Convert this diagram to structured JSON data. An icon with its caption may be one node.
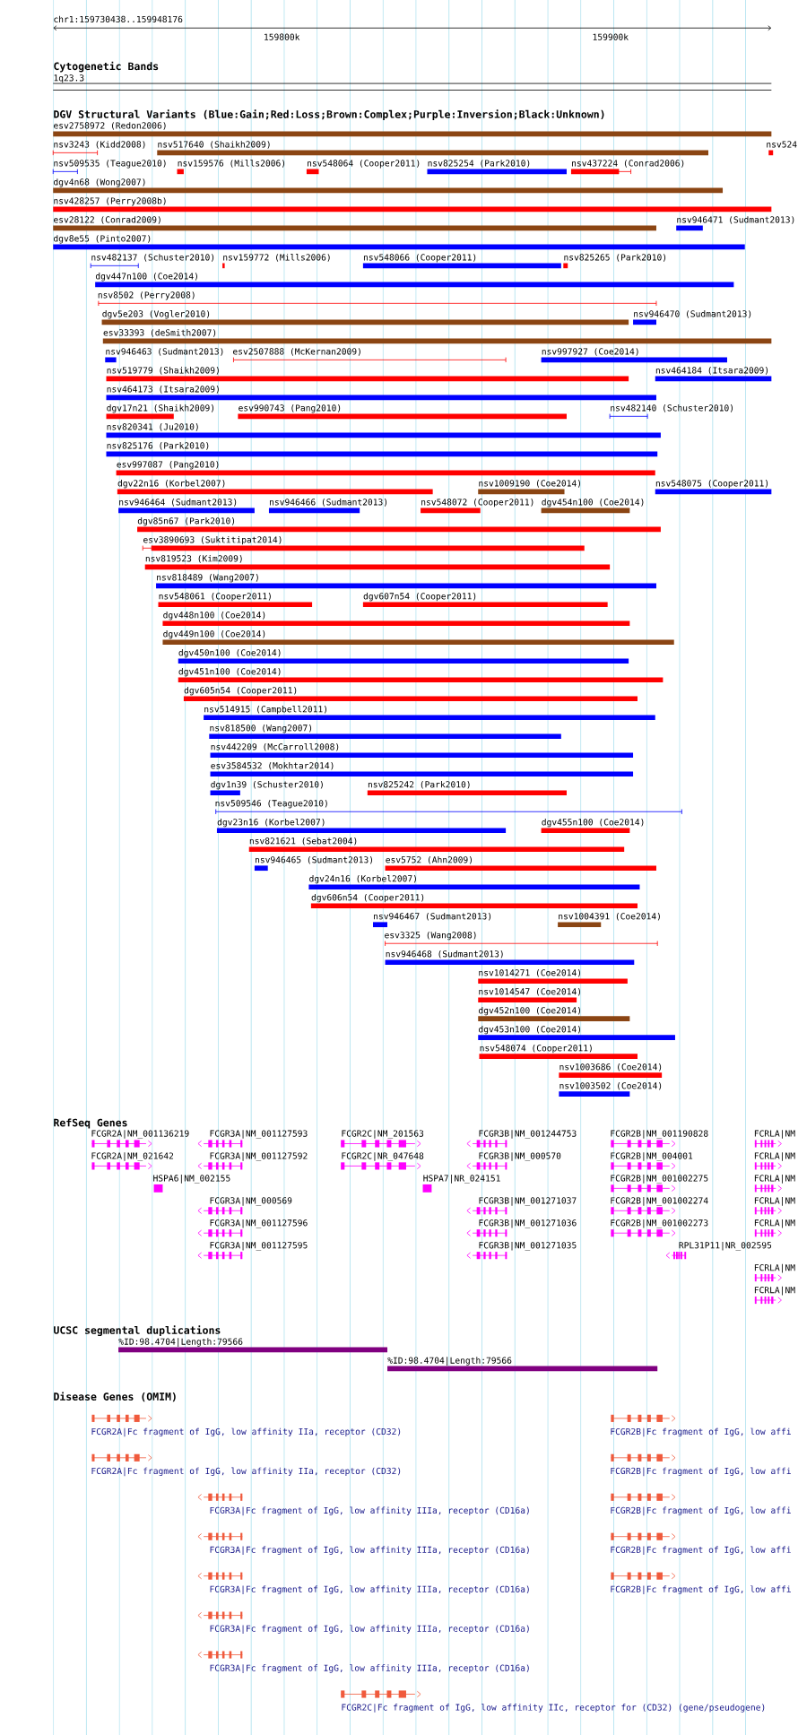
{
  "diagram": {
    "labels": [
      "chr1:159730438..159948176",
      "159800k",
      "159900k",
      "Cytogenetic Bands",
      "1q23.3",
      "DGV Structural Variants (Blue:Gain;Red:Loss;Brown:Complex;Purple:Inversion;Black:Unknown)",
      "esv2758972 (Redon2006)",
      "nsv3243 (Kidd2008)",
      "nsv517640 (Shaikh2009)",
      "nsv524",
      "nsv509535 (Teague2010)",
      "nsv159576 (Mills2006)",
      "nsv548064 (Cooper2011)",
      "nsv825254 (Park2010)",
      "nsv437224 (Conrad2006)",
      "dgv4n68 (Wong2007)",
      "nsv428257 (Perry2008b)",
      "esv28122 (Conrad2009)",
      "nsv946471 (Sudmant2013)",
      "dgv8e55 (Pinto2007)",
      "nsv482137 (Schuster2010)",
      "nsv159772 (Mills2006)",
      "nsv548066 (Cooper2011)",
      "nsv825265 (Park2010)",
      "dgv447n100 (Coe2014)",
      "nsv8502 (Perry2008)",
      "dgv5e203 (Vogler2010)",
      "nsv946470 (Sudmant2013)",
      "esv33393 (deSmith2007)",
      "nsv946463 (Sudmant2013)",
      "esv2507888 (McKernan2009)",
      "nsv997927 (Coe2014)",
      "nsv519779 (Shaikh2009)",
      "nsv464184 (Itsara2009)",
      "nsv464173 (Itsara2009)",
      "dgv17n21 (Shaikh2009)",
      "esv990743 (Pang2010)",
      "nsv482140 (Schuster2010)",
      "nsv820341 (Ju2010)",
      "nsv825176 (Park2010)",
      "esv997087 (Pang2010)",
      "dgv22n16 (Korbel2007)",
      "nsv1009190 (Coe2014)",
      "nsv548075 (Cooper2011)",
      "nsv946464 (Sudmant2013)",
      "nsv946466 (Sudmant2013)",
      "nsv548072 (Cooper2011)",
      "dgv454n100 (Coe2014)",
      "dgv85n67 (Park2010)",
      "esv3890693 (Suktitipat2014)",
      "nsv819523 (Kim2009)",
      "nsv818489 (Wang2007)",
      "nsv548061 (Cooper2011)",
      "dgv607n54 (Cooper2011)",
      "dgv448n100 (Coe2014)",
      "dgv449n100 (Coe2014)",
      "dgv450n100 (Coe2014)",
      "dgv451n100 (Coe2014)",
      "dgv605n54 (Cooper2011)",
      "nsv514915 (Campbell2011)",
      "nsv818500 (Wang2007)",
      "nsv442209 (McCarroll2008)",
      "esv3584532 (Mokhtar2014)",
      "dgv1n39 (Schuster2010)",
      "nsv825242 (Park2010)",
      "nsv509546 (Teague2010)",
      "dgv23n16 (Korbel2007)",
      "dgv455n100 (Coe2014)",
      "nsv821621 (Sebat2004)",
      "nsv946465 (Sudmant2013)",
      "esv5752 (Ahn2009)",
      "dgv24n16 (Korbel2007)",
      "dgv606n54 (Cooper2011)",
      "nsv946467 (Sudmant2013)",
      "nsv1004391 (Coe2014)",
      "esv3325 (Wang2008)",
      "nsv946468 (Sudmant2013)",
      "nsv1014271 (Coe2014)",
      "nsv1014547 (Coe2014)",
      "dgv452n100 (Coe2014)",
      "dgv453n100 (Coe2014)",
      "nsv548074 (Cooper2011)",
      "nsv1003686 (Coe2014)",
      "nsv1003502 (Coe2014)",
      "RefSeq Genes",
      "FCGR2A|NM_001136219",
      "FCGR3A|NM_001127593",
      "FCGR2C|NM_201563",
      "FCGR3B|NM_001244753",
      "FCGR2B|NM_001190828",
      "FCRLA|NM",
      "FCGR2A|NM_021642",
      "FCGR3A|NM_001127592",
      "FCGR2C|NR_047648",
      "FCGR3B|NM_000570",
      "FCGR2B|NM_004001",
      "FCRLA|NM",
      "HSPA6|NM_002155",
      "HSPA7|NR_024151",
      "FCGR2B|NM_001002275",
      "FCRLA|NM",
      "FCGR3A|NM_000569",
      "FCGR3B|NM_001271037",
      "FCGR2B|NM_001002274",
      "FCRLA|NM",
      "FCGR3A|NM_001127596",
      "FCGR3B|NM_001271036",
      "FCGR2B|NM_001002273",
      "FCRLA|NM",
      "FCGR3A|NM_001127595",
      "FCGR3B|NM_001271035",
      "RPL31P11|NR_002595",
      "FCRLA|NM",
      "FCRLA|NM",
      "UCSC segmental duplications",
      "%ID:98.4704|Length:79566",
      "%ID:98.4704|Length:79566",
      "Disease Genes (OMIM)",
      "FCGR2A|Fc fragment of IgG, low affinity IIa, receptor (CD32)",
      "FCGR2B|Fc fragment of IgG, low affi",
      "FCGR2A|Fc fragment of IgG, low affinity IIa, receptor (CD32)",
      "FCGR2B|Fc fragment of IgG, low affi",
      "FCGR3A|Fc fragment of IgG, low affinity IIIa, receptor (CD16a)",
      "FCGR2B|Fc fragment of IgG, low affi",
      "FCGR3A|Fc fragment of IgG, low affinity IIIa, receptor (CD16a)",
      "FCGR2B|Fc fragment of IgG, low affi",
      "FCGR3A|Fc fragment of IgG, low affinity IIIa, receptor (CD16a)",
      "FCGR2B|Fc fragment of IgG, low affi",
      "FCGR3A|Fc fragment of IgG, low affinity IIIa, receptor (CD16a)",
      "FCGR3A|Fc fragment of IgG, low affinity IIIa, receptor (CD16a)",
      "FCGR2C|Fc fragment of IgG, low affinity IIc, receptor for (CD32) (gene/pseudogene)"
    ]
  }
}
